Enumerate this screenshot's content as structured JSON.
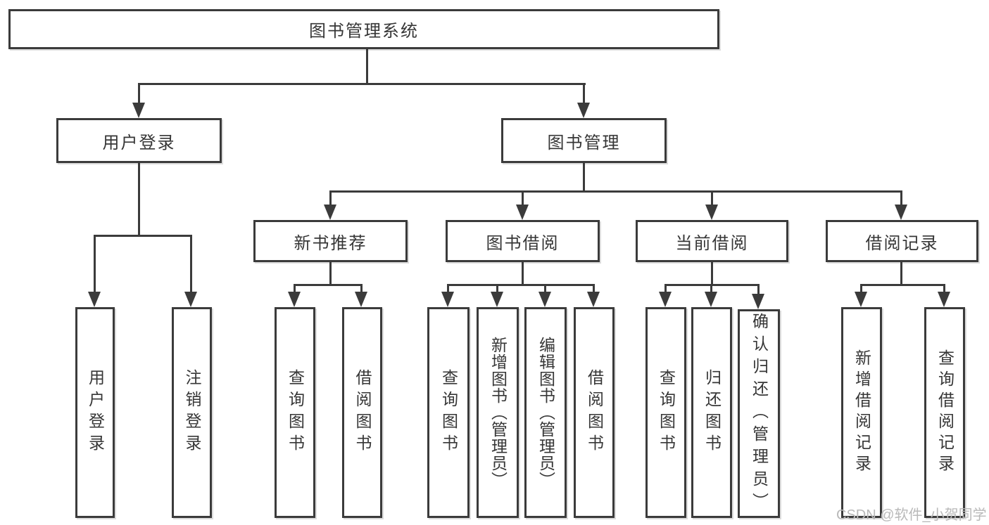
{
  "diagram_type": "hierarchy-flowchart",
  "tree": {
    "label": "图书管理系统",
    "children": [
      {
        "label": "用户登录",
        "children": [
          {
            "label": "用户登录"
          },
          {
            "label": "注销登录"
          }
        ]
      },
      {
        "label": "图书管理",
        "children": [
          {
            "label": "新书推荐",
            "children": [
              {
                "label": "查询图书"
              },
              {
                "label": "借阅图书"
              }
            ]
          },
          {
            "label": "图书借阅",
            "children": [
              {
                "label": "查询图书"
              },
              {
                "label": "新增图书（管理员）"
              },
              {
                "label": "编辑图书（管理员）"
              },
              {
                "label": "借阅图书"
              }
            ]
          },
          {
            "label": "当前借阅",
            "children": [
              {
                "label": "查询图书"
              },
              {
                "label": "归还图书"
              },
              {
                "label": "确认归还（管理员）"
              }
            ]
          },
          {
            "label": "借阅记录",
            "children": [
              {
                "label": "新增借阅记录"
              },
              {
                "label": "查询借阅记录"
              }
            ]
          }
        ]
      }
    ]
  },
  "watermark": {
    "text": "CSDN @软件_小贺同学"
  },
  "colors": {
    "line": "#3b3b3b",
    "text": "#363636",
    "watermark": "#b9b9b9",
    "background": "#ffffff"
  }
}
